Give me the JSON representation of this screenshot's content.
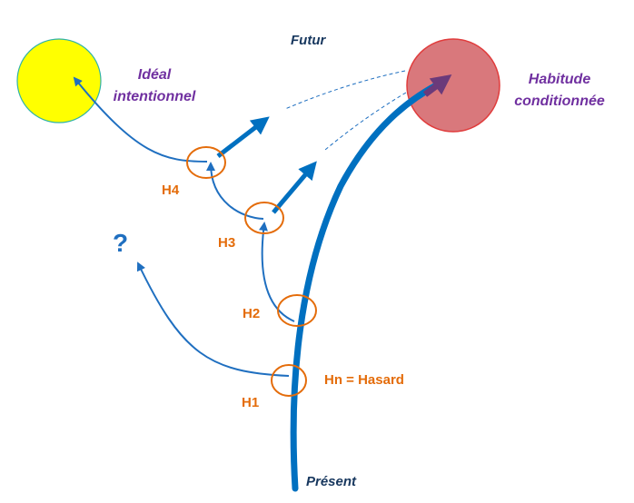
{
  "labels": {
    "futur": "Futur",
    "present": "Présent",
    "ideal_line1": "Idéal",
    "ideal_line2": "intentionnel",
    "habitude_line1": "Habitude",
    "habitude_line2": "conditionnée",
    "question": "?",
    "hasard": "Hn = Hasard",
    "h1": "H1",
    "h2": "H2",
    "h3": "H3",
    "h4": "H4"
  },
  "colors": {
    "main_path": "#0070c0",
    "branch": "#1f6fc0",
    "ideal_fill": "#ffff00",
    "ideal_stroke": "#2fb3a8",
    "habitude_fill": "#d9787c",
    "habitude_stroke": "#e03c3c",
    "node_ring": "#e46c0a",
    "habit_arrow": "#6b3a7a"
  }
}
